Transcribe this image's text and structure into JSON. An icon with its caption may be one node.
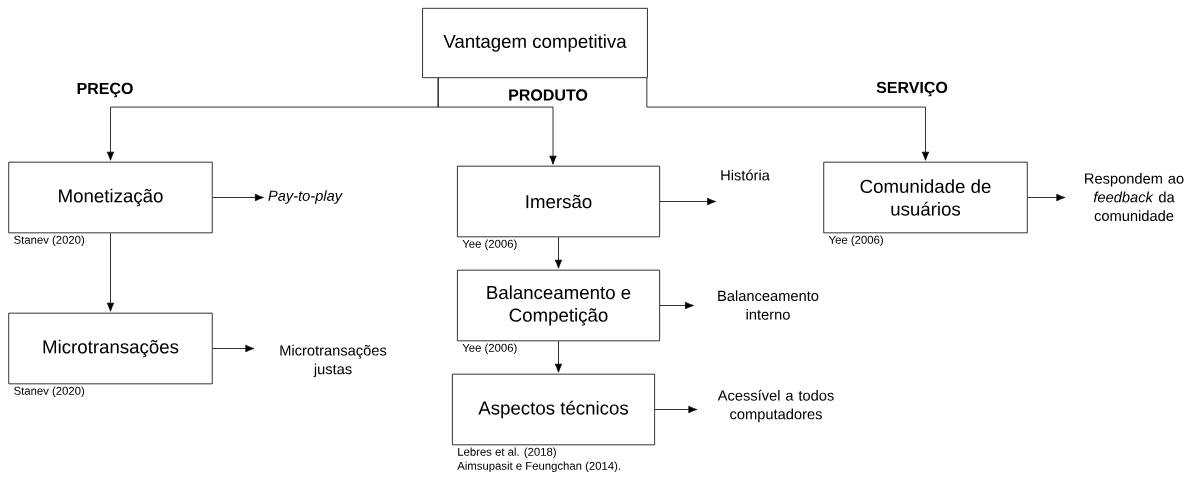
{
  "diagram": {
    "nodes": [
      {
        "text": [
          "Vantagem competitiva"
        ]
      },
      {
        "text": [
          "Monetização"
        ],
        "beside": [
          "Stanev (2020)"
        ]
      },
      {
        "text": [
          "Pay-to-play"
        ]
      },
      {
        "text": [
          "Microtransações"
        ],
        "beside": [
          "Stanev (2020)"
        ]
      },
      {
        "text": [
          "Microtransações justas"
        ]
      },
      {
        "text": [
          "Imersão"
        ],
        "beside": [
          "Yee (2006)"
        ]
      },
      {
        "text": [
          "História"
        ]
      },
      {
        "text": [
          "Balanceamento e Competição"
        ],
        "beside": [
          "Yee (2006)"
        ]
      },
      {
        "text": [
          "Balanceamento interno"
        ]
      },
      {
        "text": [
          "Aspectos técnicos"
        ],
        "beside": [
          "Lebres et al. (2018)",
          "Aimsupasit e Feungchan (2014)."
        ]
      },
      {
        "text": [
          "Acessível a todos computadores"
        ]
      },
      {
        "text": [
          "Comunidade de usuários"
        ],
        "beside": [
          "Yee (2006)"
        ]
      },
      {
        "text": [
          "Respondem ao *feedback* da comunidade"
        ]
      }
    ],
    "edges": [
      {
        "from": 0,
        "to": 1,
        "arrow": "to"
      },
      {
        "from": 0,
        "to": 5,
        "arrow": "to"
      },
      {
        "from": 0,
        "to": 11,
        "arrow": "to"
      },
      {
        "from": 1,
        "to": 2,
        "arrow": "to"
      },
      {
        "from": 1,
        "to": 3,
        "arrow": "to"
      },
      {
        "from": 3,
        "to": 4,
        "arrow": "to"
      },
      {
        "from": 5,
        "to": 6,
        "arrow": "to"
      },
      {
        "from": 5,
        "to": 7,
        "arrow": "to"
      },
      {
        "from": 7,
        "to": 8,
        "arrow": "to"
      },
      {
        "from": 7,
        "to": 9,
        "arrow": "to"
      },
      {
        "from": 9,
        "to": 10,
        "arrow": "to"
      },
      {
        "from": 11,
        "to": 12,
        "arrow": "to"
      }
    ],
    "labels": [
      "PREÇO",
      "PRODUTO",
      "SERVIÇO"
    ]
  }
}
